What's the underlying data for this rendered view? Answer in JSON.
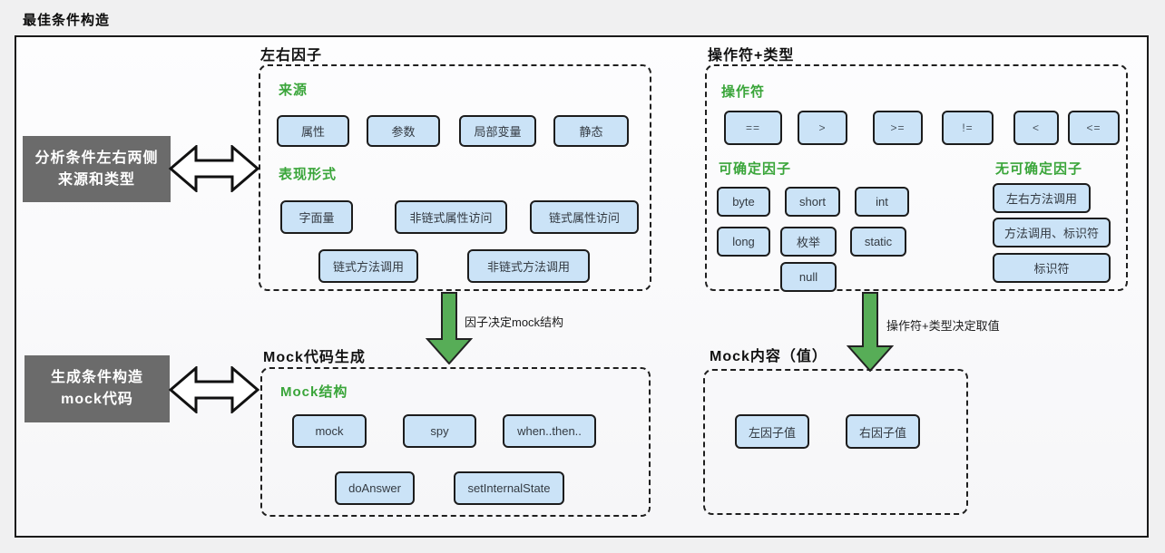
{
  "page": {
    "title": "最佳条件构造"
  },
  "steps": {
    "analyze": {
      "line1": "分析条件左右两侧",
      "line2": "来源和类型"
    },
    "generate": {
      "line1": "生成条件构造",
      "line2": "mock代码"
    }
  },
  "factors": {
    "title": "左右因子",
    "source_label": "来源",
    "source_items": [
      "属性",
      "参数",
      "局部变量",
      "静态"
    ],
    "form_label": "表现形式",
    "form_row1": [
      "字面量",
      "非链式属性访问",
      "链式属性访问"
    ],
    "form_row2": [
      "链式方法调用",
      "非链式方法调用"
    ]
  },
  "operators": {
    "title": "操作符+类型",
    "ops_label": "操作符",
    "ops": [
      "==",
      ">",
      ">=",
      "!=",
      "<",
      "<="
    ],
    "determinable_label": "可确定因子",
    "determinable_row1": [
      "byte",
      "short",
      "int"
    ],
    "determinable_row2": [
      "long",
      "枚举",
      "static"
    ],
    "determinable_row3": [
      "null"
    ],
    "undeterminable_label": "无可确定因子",
    "undeterminable_items": [
      "左右方法调用",
      "方法调用、标识符",
      "标识符"
    ]
  },
  "mock_code": {
    "title": "Mock代码生成",
    "structure_label": "Mock结构",
    "row1": [
      "mock",
      "spy",
      "when..then.."
    ],
    "row2": [
      "doAnswer",
      "setInternalState"
    ]
  },
  "mock_value": {
    "title": "Mock内容（值）",
    "items": [
      "左因子值",
      "右因子值"
    ]
  },
  "arrows": {
    "factor_to_mock": "因子决定mock结构",
    "operator_to_value": "操作符+类型决定取值"
  },
  "colors": {
    "chip_fill": "#cbe3f7",
    "chip_border": "#1c1c1c",
    "green_label": "#3aa53a",
    "arrow_green": "#57ad57",
    "gray_box": "#6b6b6b"
  }
}
